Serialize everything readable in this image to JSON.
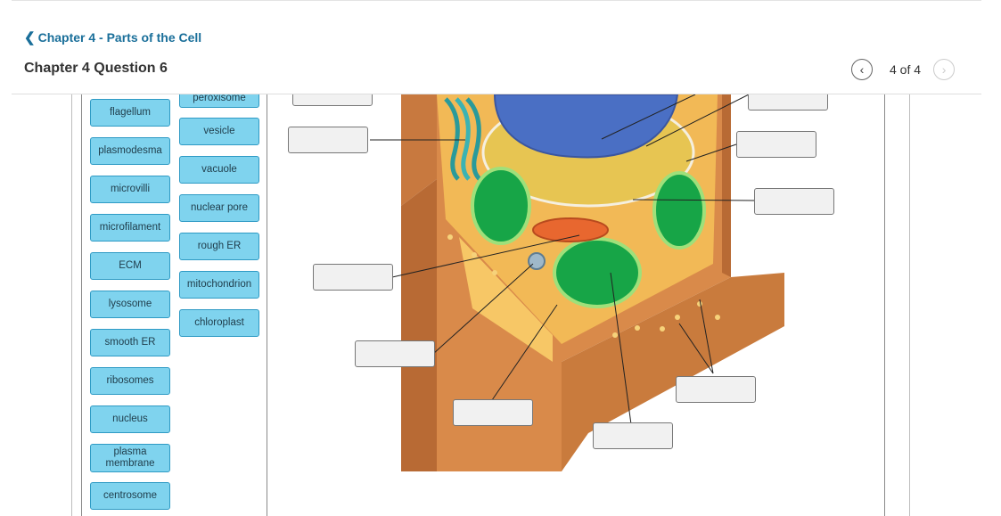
{
  "header": {
    "breadcrumb": "Chapter 4 - Parts of the Cell",
    "title": "Chapter 4 Question 6"
  },
  "pager": {
    "count": "4 of 4",
    "prev_icon": "chevron-left-icon",
    "next_icon": "chevron-right-icon"
  },
  "word_bank": {
    "column1": [
      "flagellum",
      "plasmodesma",
      "microvilli",
      "microfilament",
      "ECM",
      "lysosome",
      "smooth ER",
      "ribosomes",
      "nucleus",
      "plasma membrane",
      "centrosome"
    ],
    "column2": [
      "peroxisome",
      "vesicle",
      "vacuole",
      "nuclear pore",
      "rough ER",
      "mitochondrion",
      "chloroplast"
    ]
  },
  "colors": {
    "chip_fill": "#7fd3ee",
    "chip_border": "#2e9ac4",
    "link": "#1a6f9a",
    "cell_wall": "#c8793f",
    "cytoplasm": "#f3b54a",
    "chloroplast": "#1aa84a",
    "nucleus": "#4b6fc2",
    "vacuole": "#e9c552"
  }
}
